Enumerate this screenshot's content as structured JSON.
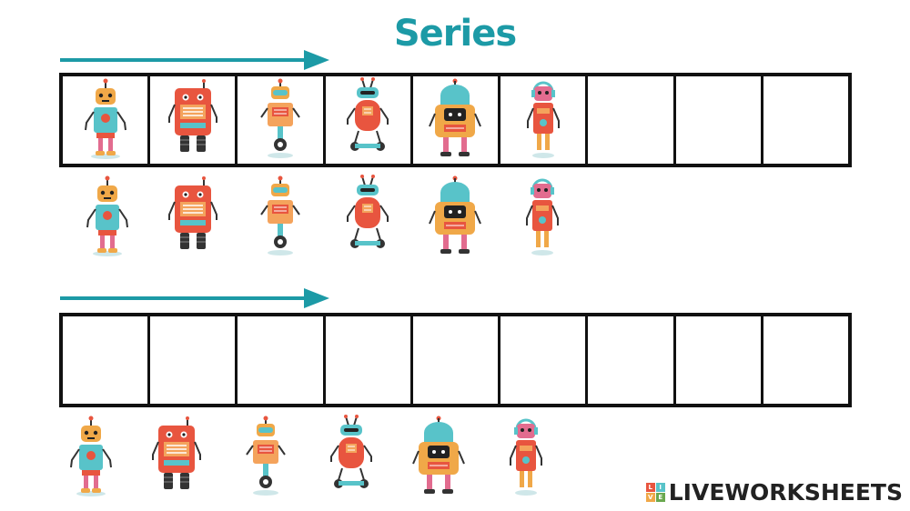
{
  "title": "Series",
  "colors": {
    "title": "#1c9aa6",
    "arrow": "#1c9aa6",
    "grid": "#111111"
  },
  "series_1": {
    "filled_cells": [
      "robot-a",
      "robot-b",
      "robot-c",
      "robot-d",
      "robot-e",
      "robot-f"
    ],
    "empty_cells": 3
  },
  "options_1": [
    "robot-a",
    "robot-b",
    "robot-c",
    "robot-d",
    "robot-e",
    "robot-f"
  ],
  "series_2": {
    "empty_cells": 9
  },
  "options_2": [
    "robot-a",
    "robot-b",
    "robot-c",
    "robot-d",
    "robot-e",
    "robot-f"
  ],
  "logo": {
    "text": "LIVEWORKSHEETS",
    "mark_letters": [
      "L",
      "I",
      "V",
      "E"
    ]
  }
}
